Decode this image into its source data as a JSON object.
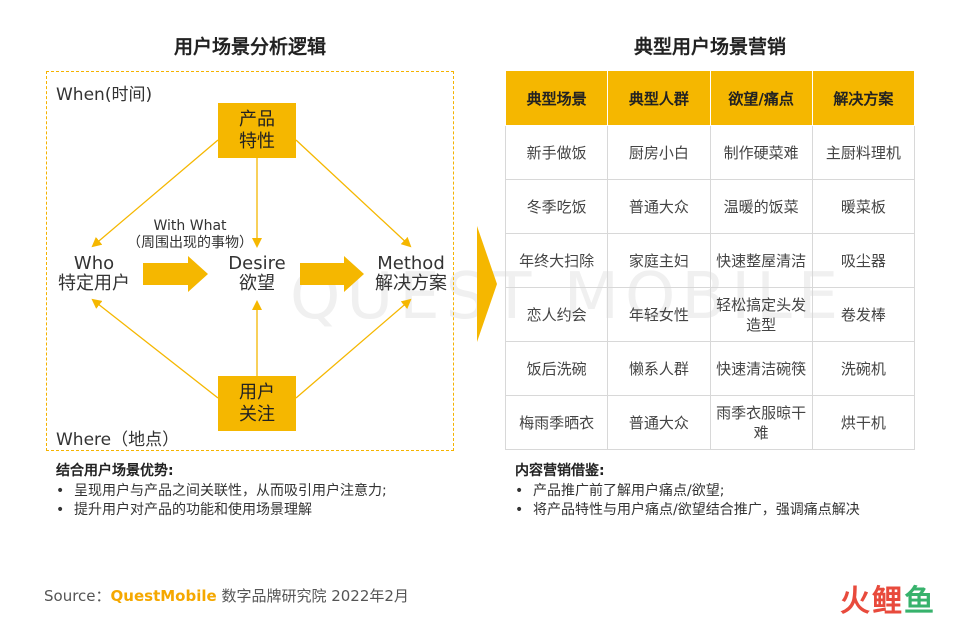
{
  "left_title": "用户场景分析逻辑",
  "right_title": "典型用户场景营销",
  "diagram": {
    "when_label": "When(时间)",
    "where_label": "Where（地点）",
    "product_line1": "产品",
    "product_line2": "特性",
    "attention_line1": "用户",
    "attention_line2": "关注",
    "who_line1": "Who",
    "who_line2": "特定用户",
    "desire_line1": "Desire",
    "desire_line2": "欲望",
    "method_line1": "Method",
    "method_line2": "解决方案",
    "with_what_line1": "With What",
    "with_what_line2": "（周围出现的事物）"
  },
  "table": {
    "headers": [
      "典型场景",
      "典型人群",
      "欲望/痛点",
      "解决方案"
    ],
    "rows": [
      [
        "新手做饭",
        "厨房小白",
        "制作硬菜难",
        "主厨料理机"
      ],
      [
        "冬季吃饭",
        "普通大众",
        "温暖的饭菜",
        "暖菜板"
      ],
      [
        "年终大扫除",
        "家庭主妇",
        "快速整屋清洁",
        "吸尘器"
      ],
      [
        "恋人约会",
        "年轻女性",
        "轻松搞定头发造型",
        "卷发棒"
      ],
      [
        "饭后洗碗",
        "懒系人群",
        "快速清洁碗筷",
        "洗碗机"
      ],
      [
        "梅雨季晒衣",
        "普通大众",
        "雨季衣服晾干难",
        "烘干机"
      ]
    ]
  },
  "left_notes": {
    "heading": "结合用户场景优势:",
    "bullets": [
      "呈现用户与产品之间关联性，从而吸引用户注意力;",
      "提升用户对产品的功能和使用场景理解"
    ]
  },
  "right_notes": {
    "heading": "内容营销借鉴:",
    "bullets": [
      "产品推广前了解用户痛点/欲望;",
      "将产品特性与用户痛点/欲望结合推广，强调痛点解决"
    ]
  },
  "source": {
    "prefix": "Source：",
    "brand": "QuestMobile",
    "suffix": " 数字品牌研究院 2022年2月"
  },
  "watermark": "QUEST MOBILE",
  "logo": {
    "part1": "火",
    "part2": "鲤",
    "part3": "鱼"
  },
  "colors": {
    "accent": "#F5B700",
    "logo_red": "#E84A3C",
    "logo_green": "#37B26C"
  }
}
